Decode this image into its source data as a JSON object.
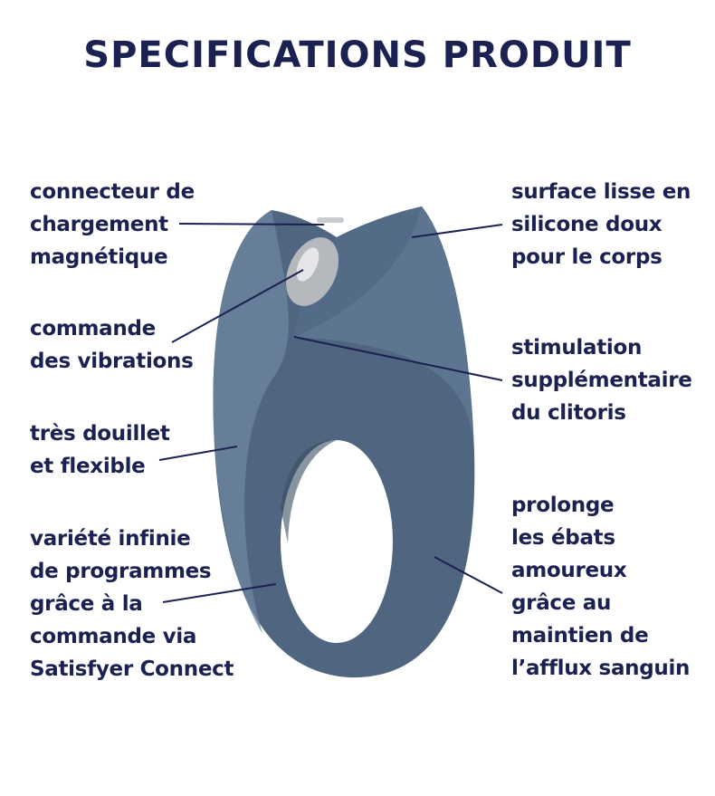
{
  "title": "SPECIFICATIONS PRODUIT",
  "colors": {
    "text": "#1b2150",
    "product": "#4f6580",
    "product_light": "#7189a3",
    "product_dark": "#3a4c63",
    "button": "#b5b8bc"
  },
  "left_labels": [
    {
      "lines": [
        "connecteur de",
        "chargement",
        "magnétique"
      ]
    },
    {
      "lines": [
        "commande",
        "des vibrations"
      ]
    },
    {
      "lines": [
        "très douillet",
        "et flexible"
      ]
    },
    {
      "lines": [
        "variété infinie",
        "de programmes",
        "grâce à la",
        "commande via",
        "Satisfyer Connect"
      ]
    }
  ],
  "right_labels": [
    {
      "lines": [
        "surface lisse en",
        "silicone doux",
        "pour le corps"
      ]
    },
    {
      "lines": [
        "stimulation",
        "supplémentaire",
        "du clitoris"
      ]
    },
    {
      "lines": [
        "prolonge",
        "les ébats",
        "amoureux",
        "grâce au",
        "maintien de",
        "l’afflux sanguin"
      ]
    }
  ]
}
